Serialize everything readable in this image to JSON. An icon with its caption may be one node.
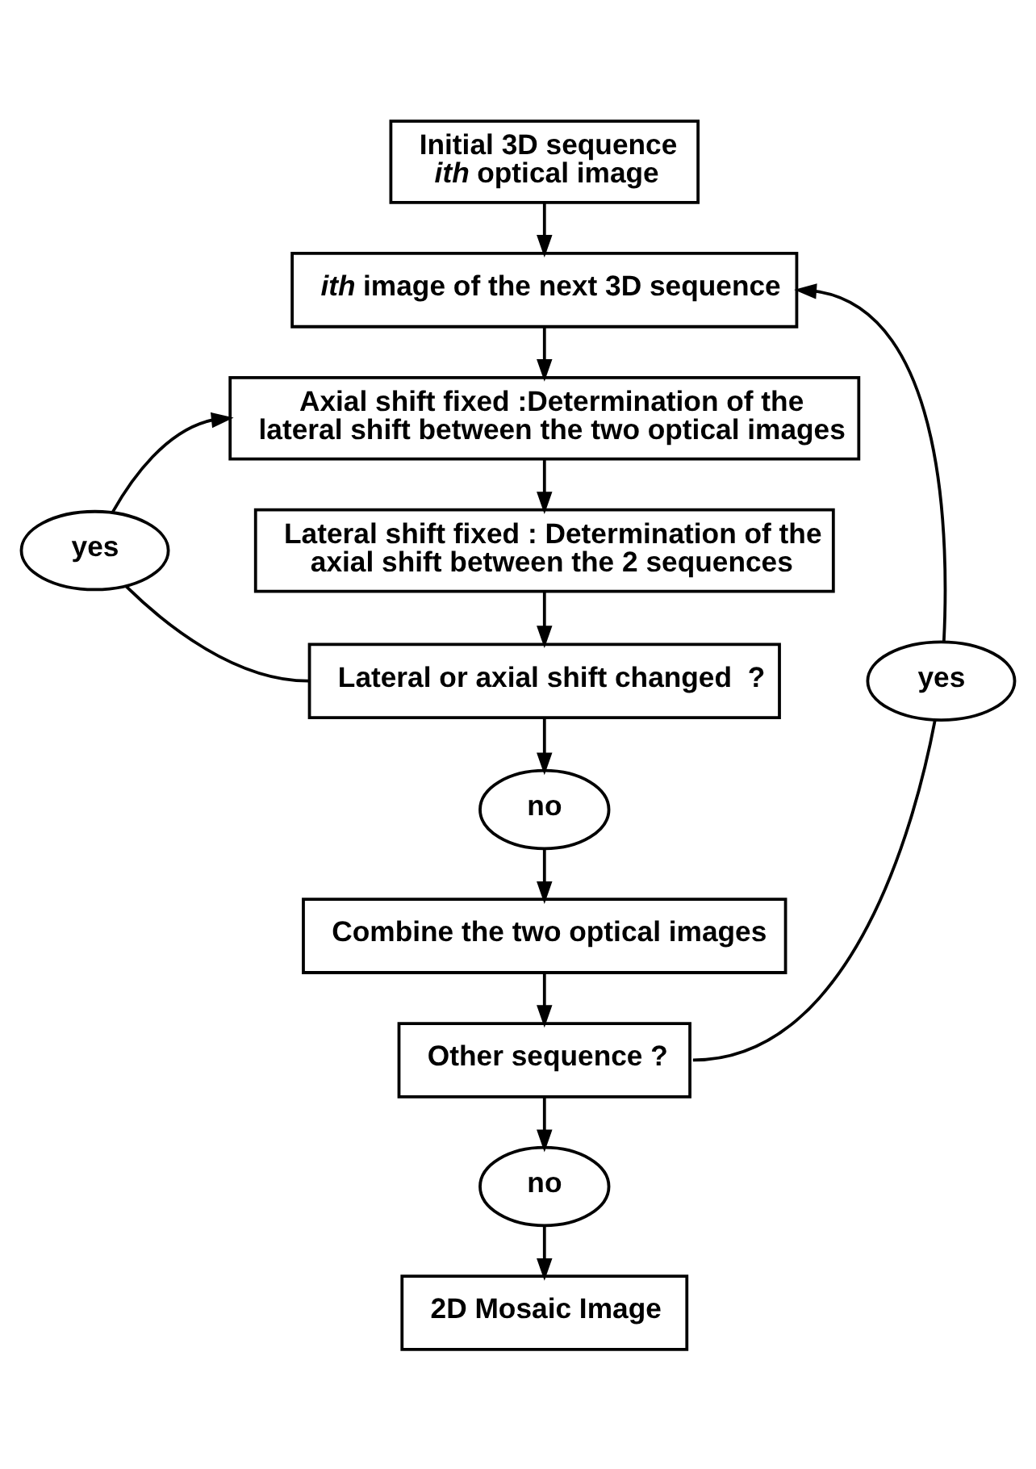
{
  "diagram": {
    "nodes": [
      {
        "text": [
          "Initial 3D sequence *ith* optical image"
        ]
      },
      {
        "text": [
          "*ith* image of the next 3D sequence"
        ]
      },
      {
        "text": [
          "Axial shift fixed :Determination of the lateral shift between the two optical images"
        ]
      },
      {
        "text": [
          "yes"
        ]
      },
      {
        "text": [
          "Lateral shift fixed : Determination of the axial shift between the 2 sequences"
        ]
      },
      {
        "text": [
          "Lateral or axial shift changed  ?"
        ]
      },
      {
        "text": [
          "yes"
        ]
      },
      {
        "text": [
          "no"
        ]
      },
      {
        "text": [
          "Combine the two optical images"
        ]
      },
      {
        "text": [
          "Other sequence ?"
        ]
      },
      {
        "text": [
          "no"
        ]
      },
      {
        "text": [
          "2D Mosaic Image"
        ]
      }
    ],
    "edges": [
      {
        "from": 0,
        "to": 1,
        "arrow": "to"
      },
      {
        "from": 1,
        "to": 2,
        "arrow": "to"
      },
      {
        "from": 2,
        "to": 4,
        "arrow": "to"
      },
      {
        "from": 4,
        "to": 5,
        "arrow": "to"
      },
      {
        "from": 5,
        "to": 3,
        "arrow": "none"
      },
      {
        "from": 3,
        "to": 2,
        "arrow": "to"
      },
      {
        "from": 5,
        "to": 7,
        "arrow": "to"
      },
      {
        "from": 7,
        "to": 8,
        "arrow": "to"
      },
      {
        "from": 8,
        "to": 9,
        "arrow": "to"
      },
      {
        "from": 9,
        "to": 6,
        "arrow": "none"
      },
      {
        "from": 6,
        "to": 1,
        "arrow": "to"
      },
      {
        "from": 9,
        "to": 10,
        "arrow": "to"
      },
      {
        "from": 10,
        "to": 11,
        "arrow": "to"
      }
    ]
  }
}
